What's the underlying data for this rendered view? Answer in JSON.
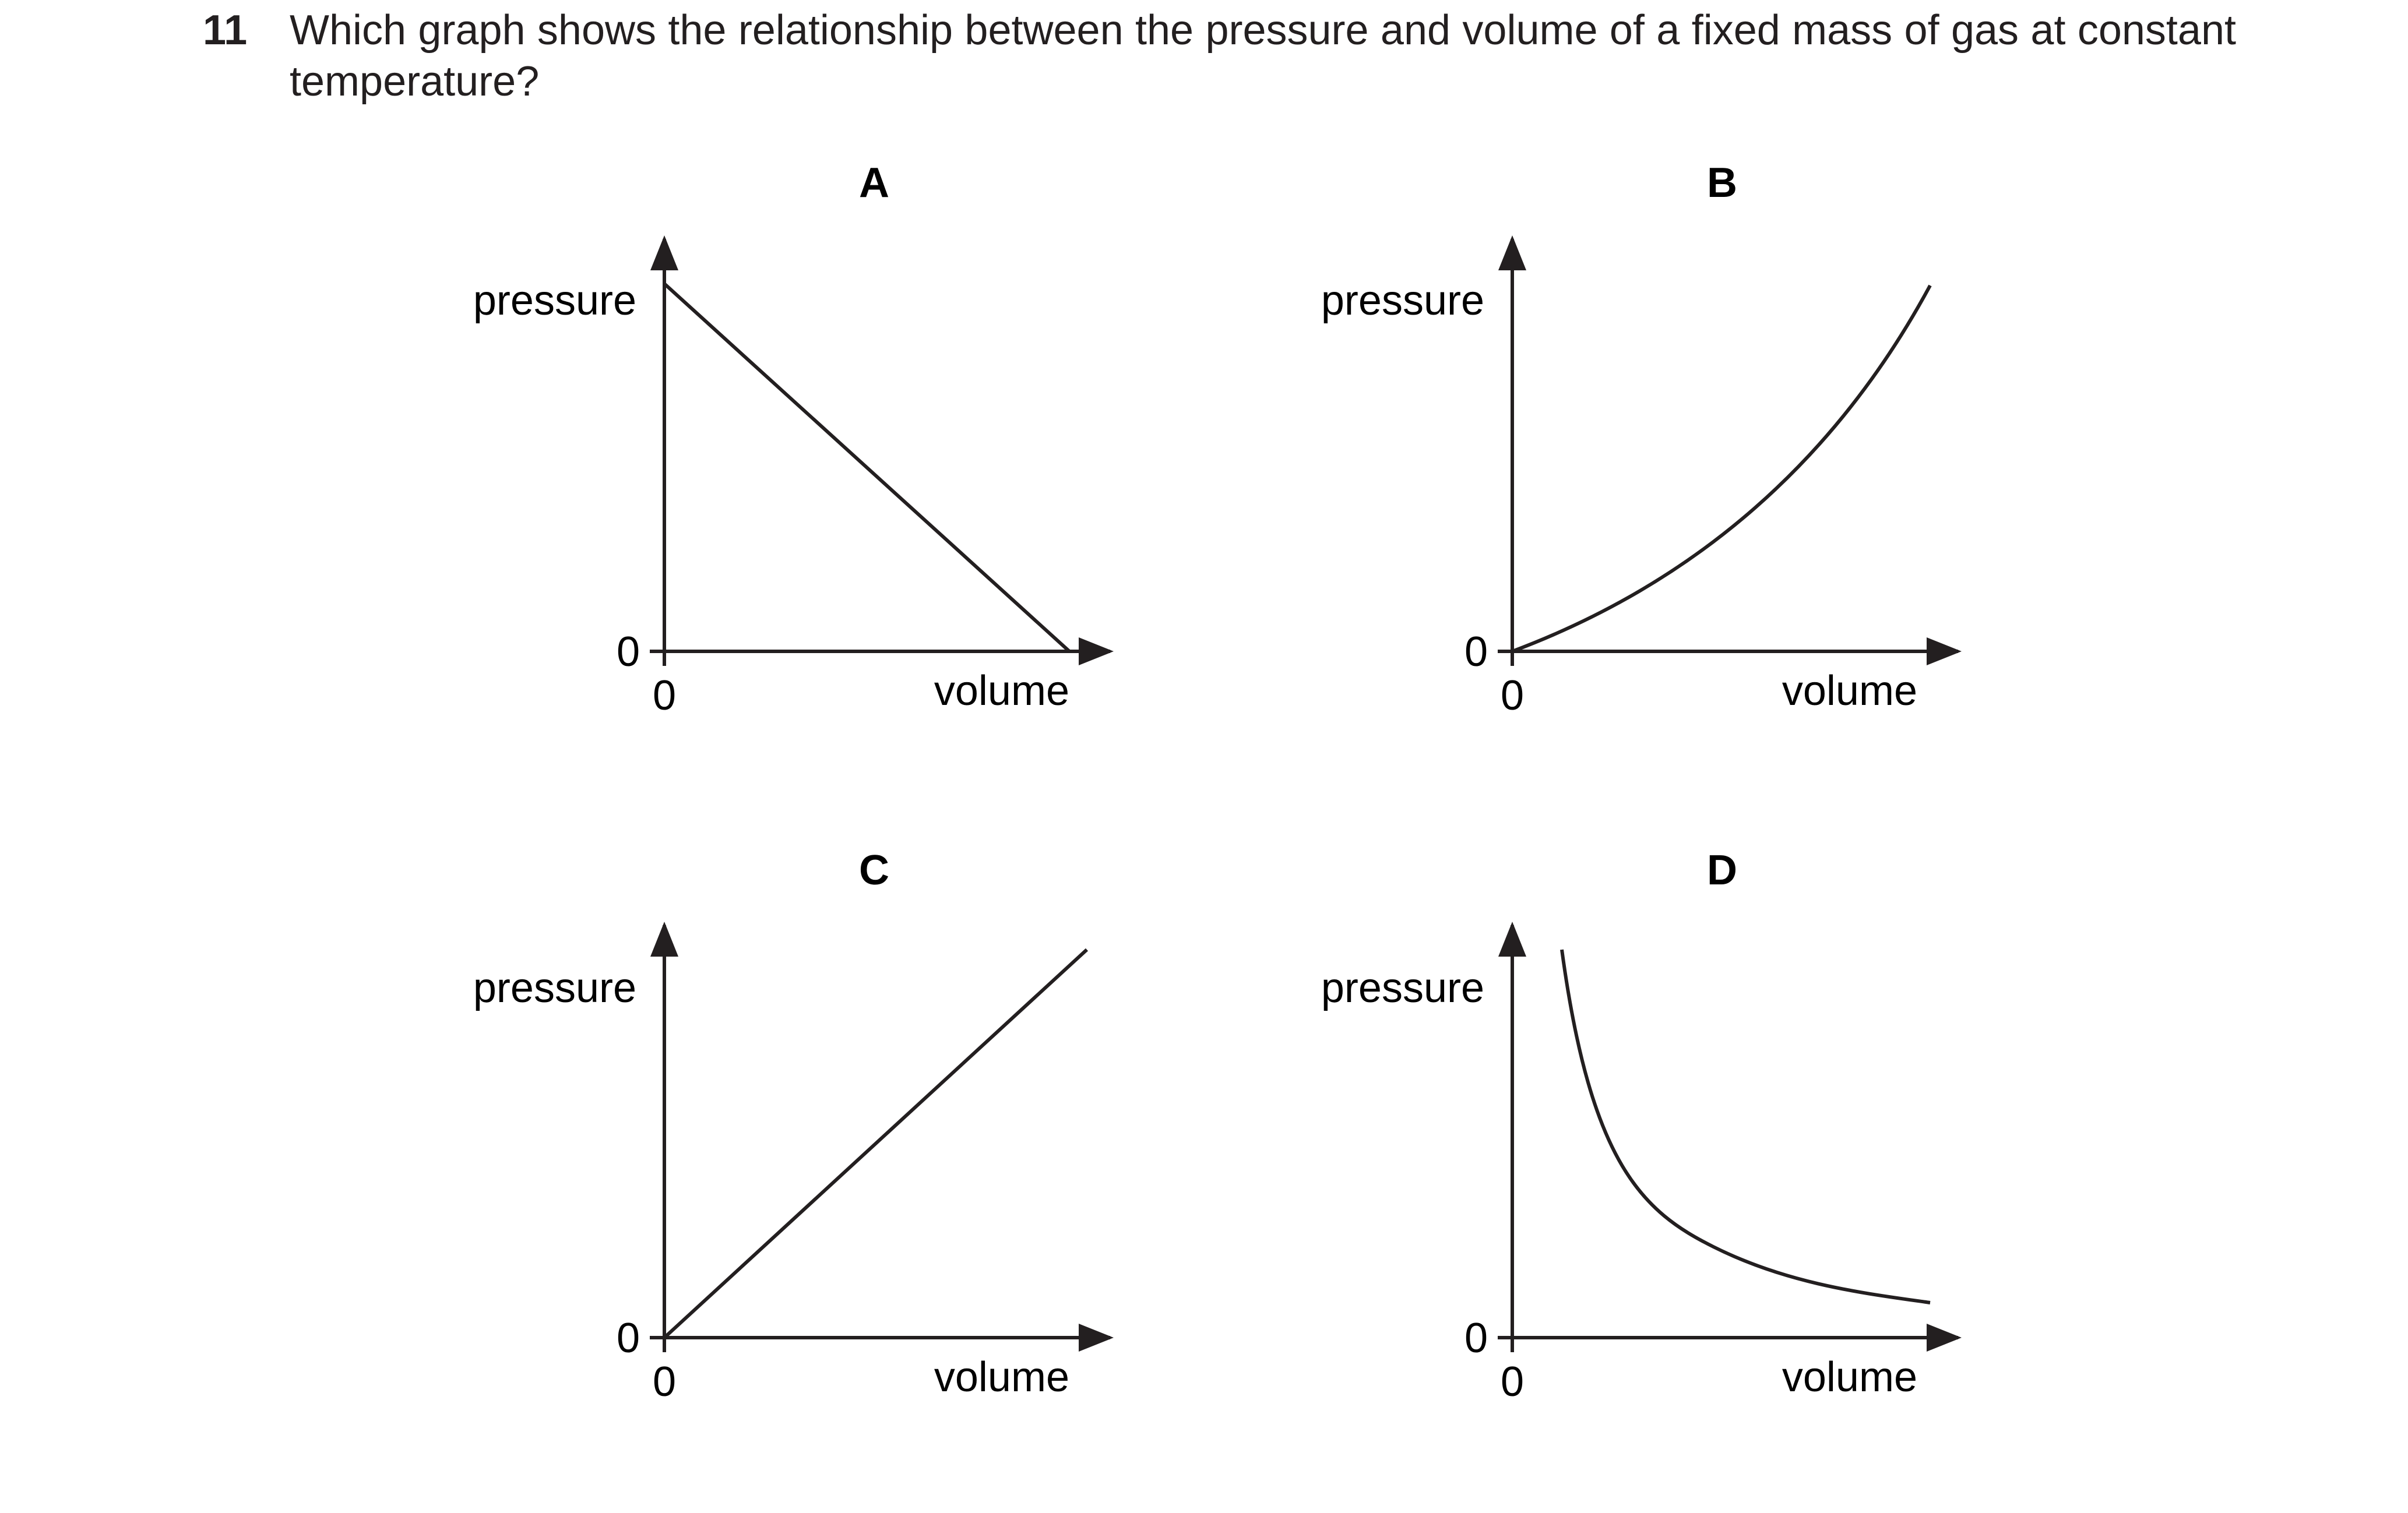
{
  "question": {
    "number": "11",
    "text": "Which graph shows the relationship between the pressure and volume of a fixed mass of gas at constant temperature?"
  },
  "options": [
    {
      "letter": "A",
      "y_label": "pressure",
      "x_label": "volume",
      "y_zero": "0",
      "x_zero": "0"
    },
    {
      "letter": "B",
      "y_label": "pressure",
      "x_label": "volume",
      "y_zero": "0",
      "x_zero": "0"
    },
    {
      "letter": "C",
      "y_label": "pressure",
      "x_label": "volume",
      "y_zero": "0",
      "x_zero": "0"
    },
    {
      "letter": "D",
      "y_label": "pressure",
      "x_label": "volume",
      "y_zero": "0",
      "x_zero": "0"
    }
  ],
  "chart_data": [
    {
      "type": "line",
      "title": "A",
      "xlabel": "volume",
      "ylabel": "pressure",
      "shape": "straight line decreasing from a maximum on the pressure axis to zero on the volume axis"
    },
    {
      "type": "line",
      "title": "B",
      "xlabel": "volume",
      "ylabel": "pressure",
      "shape": "curve starting at the origin and increasing with increasing slope"
    },
    {
      "type": "line",
      "title": "C",
      "xlabel": "volume",
      "ylabel": "pressure",
      "shape": "straight line through the origin increasing"
    },
    {
      "type": "line",
      "title": "D",
      "xlabel": "volume",
      "ylabel": "pressure",
      "shape": "curve decreasing steeply then levelling off (inverse proportion)"
    }
  ]
}
